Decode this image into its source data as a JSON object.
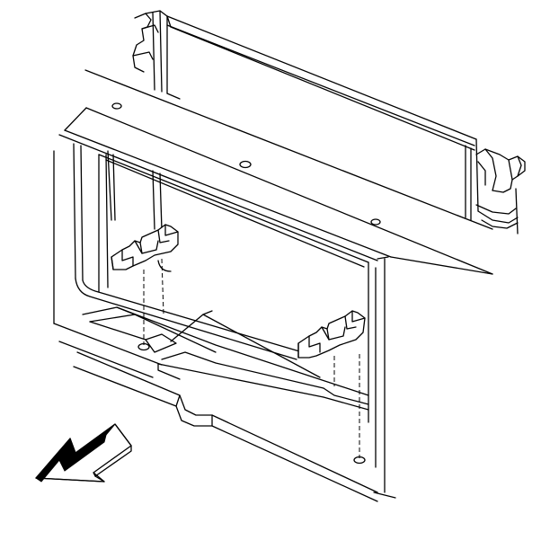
{
  "figure": {
    "kind": "technical-line-drawing",
    "subject": "radiator-lower-mounting-brackets",
    "parts": [
      {
        "name": "radiator",
        "icon": "radiator-icon"
      },
      {
        "name": "radiator-hose-outlet",
        "icon": "hose-fitting-icon"
      },
      {
        "name": "left-lower-radiator-bracket",
        "icon": "bracket-icon"
      },
      {
        "name": "right-lower-radiator-bracket",
        "icon": "bracket-icon"
      },
      {
        "name": "radiator-support",
        "icon": "support-frame-icon"
      },
      {
        "name": "front-of-vehicle-arrow",
        "icon": "direction-arrow-icon"
      }
    ],
    "colors": {
      "line": "#000000",
      "background": "#ffffff",
      "arrow_fill": "#000000"
    }
  }
}
